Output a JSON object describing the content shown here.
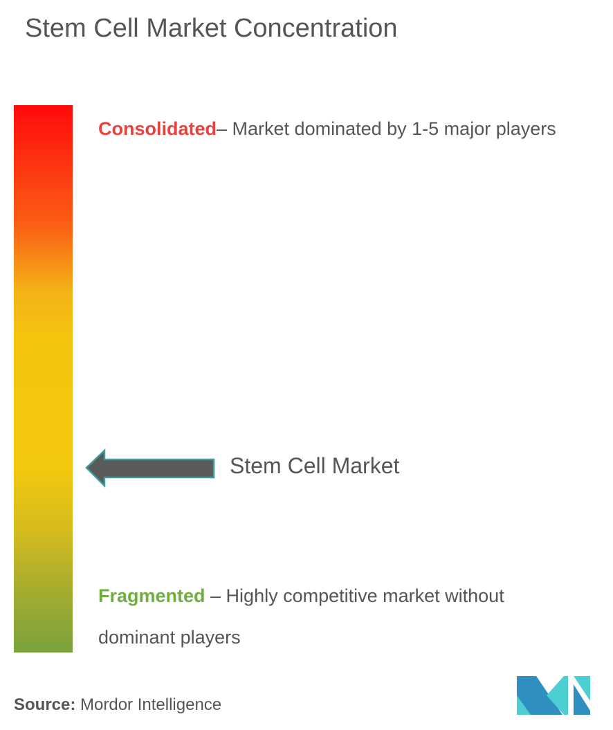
{
  "title": "Stem Cell Market Concentration",
  "consolidated": {
    "label": "Consolidated",
    "text": "– Market dominated by 1-5 major players",
    "color": "#e8423f"
  },
  "fragmented": {
    "label": "Fragmented",
    "text": " – Highly competitive market without dominant players",
    "color": "#6fae3f"
  },
  "marker": {
    "label": "Stem Cell Market",
    "position_fraction_from_top": 0.66
  },
  "source": {
    "label": "Source:",
    "value": " Mordor Intelligence"
  },
  "logo": {
    "text": "Mordor Intelligence",
    "colors": [
      "#2e8fc0",
      "#4ccfd0"
    ]
  }
}
